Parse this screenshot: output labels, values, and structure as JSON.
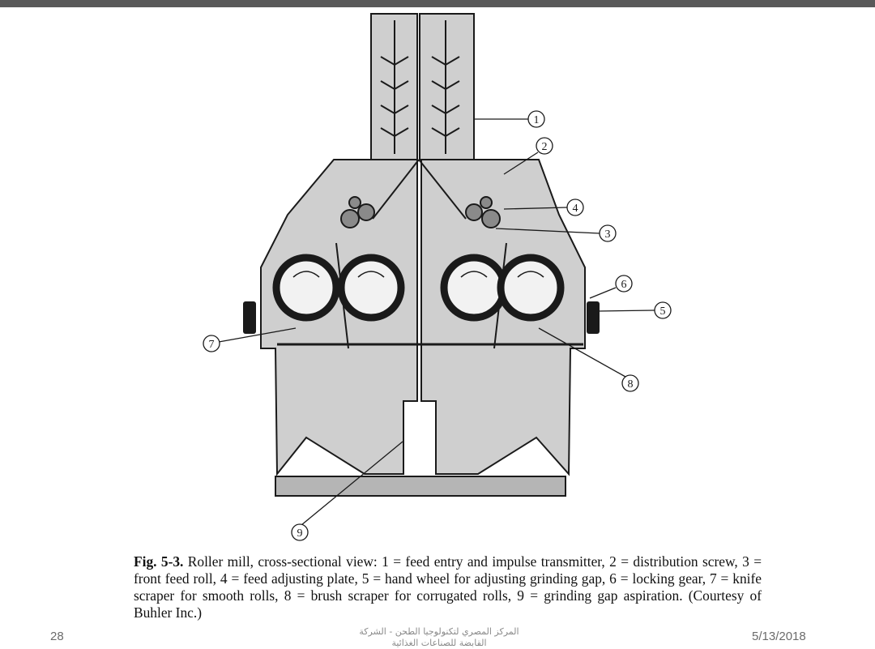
{
  "figure": {
    "callouts": [
      "1",
      "2",
      "3",
      "4",
      "5",
      "6",
      "7",
      "8",
      "9"
    ]
  },
  "caption": {
    "label": "Fig. 5-3.",
    "text": " Roller mill, cross-sectional view: 1 = feed entry and impulse transmitter, 2 = distribution screw, 3 = front feed roll, 4 = feed adjusting plate, 5 = hand wheel for adjusting grinding gap, 6 = locking gear, 7 = knife scraper for smooth rolls, 8 = brush scraper for corrugated rolls, 9 = grinding gap aspiration. (Courtesy of Buhler Inc.)"
  },
  "footer": {
    "slide_number": "28",
    "date": "5/13/2018",
    "center_line1": "المركز المصري لتكنولوجيا الطحن - الشركة",
    "center_line2": "القابضة للصناعات الغذائية"
  },
  "colors": {
    "top_bar": "#595959",
    "machine_fill": "#cfcfcf",
    "line": "#1a1a1a"
  }
}
